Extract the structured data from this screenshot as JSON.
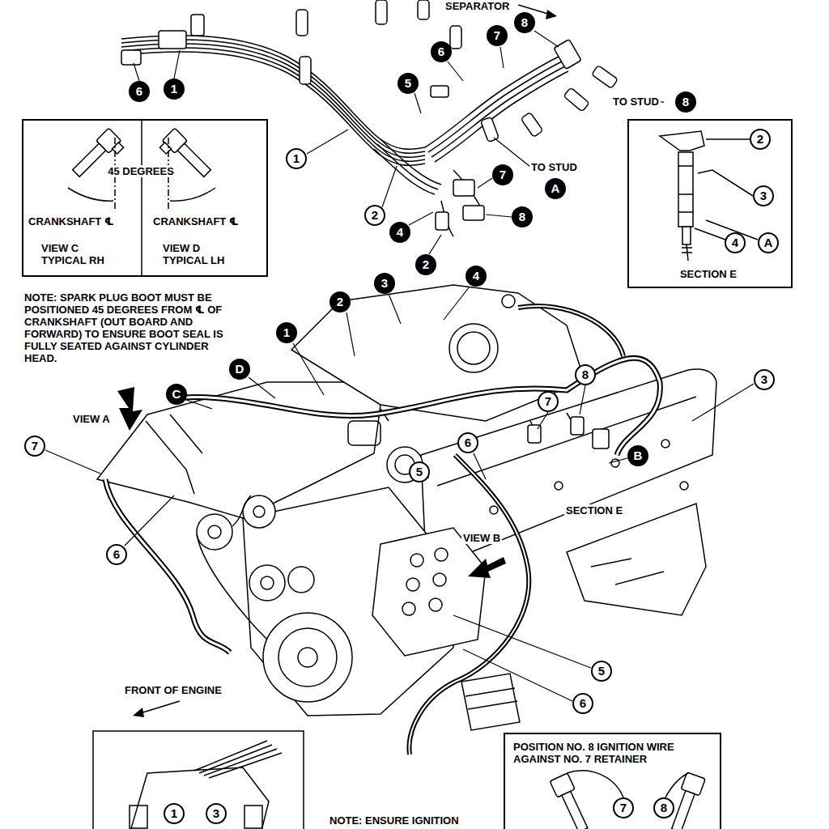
{
  "diagram": {
    "nodes": [
      {
        "text": [
          "45 DEGREES",
          "CRANKSHAFT ℄",
          "CRANKSHAFT ℄",
          "VIEW C TYPICAL RH",
          "VIEW D TYPICAL LH"
        ]
      },
      {
        "text": [
          "SECTION E"
        ]
      },
      {
        "text": [
          "POSITION NO. 8 IGNITION WIRE AGAINST NO. 7 RETAINER"
        ]
      }
    ],
    "labels": [
      "6",
      "1",
      "SEPARATOR",
      "8",
      "7",
      "6",
      "5",
      "TO STUD",
      "8",
      "1",
      "TO STUD",
      "A",
      "7",
      "2",
      "8",
      "4",
      "2",
      "2",
      "3",
      "4",
      "A",
      "NOTE: SPARK PLUG BOOT MUST BE POSITIONED 45 DEGREES FROM ℄ OF CRANKSHAFT (OUT BOARD AND FORWARD) TO ENSURE BOOT SEAL IS FULLY SEATED AGAINST CYLINDER HEAD.",
      "3",
      "4",
      "2",
      "1",
      "D",
      "C",
      "VIEW A",
      "7",
      "6",
      "5",
      "6",
      "7",
      "8",
      "B",
      "3",
      "SECTION E",
      "VIEW B",
      "5",
      "6",
      "FRONT OF ENGINE",
      "1",
      "3",
      "NOTE: ENSURE IGNITION",
      "7",
      "8"
    ]
  }
}
